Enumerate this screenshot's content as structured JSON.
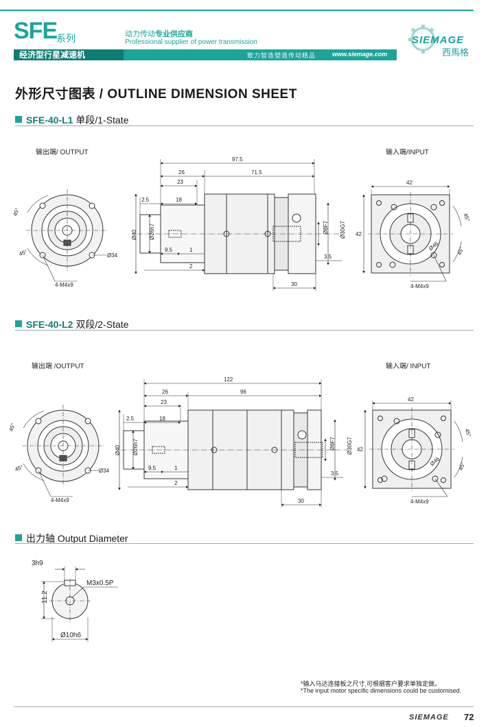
{
  "header": {
    "series_code": "SFE",
    "series_suffix": "系列",
    "slogan_cn_a": "动力传动",
    "slogan_cn_b": "专业供应商",
    "slogan_en": "Professional supplier of power transmission",
    "product_type": "经济型行星减速机",
    "motto": "致力智造塑造传动精品",
    "url": "www.siemage.com",
    "brand_en": "SIEMAGE",
    "brand_cn": "西馬格"
  },
  "title": "外形尺寸图表 / OUTLINE DIMENSION SHEET",
  "sections": {
    "s1": {
      "model": "SFE-40-L1",
      "stage": " 单段/1-State",
      "output_label": "输出端/ OUTPUT",
      "input_label": "输入端/INPUT"
    },
    "s2": {
      "model": "SFE-40-L2",
      "stage": " 双段/2-State",
      "output_label": "输出端 /OUTPUT",
      "input_label": "输入端/ INPUT"
    },
    "s3": {
      "title": "出力轴 Output Diameter"
    }
  },
  "dims1": {
    "total": "97.5",
    "a": "26",
    "b": "71.5",
    "c": "23",
    "d": "2.5",
    "e": "18",
    "h40": "Ø40",
    "h26": "Ø26h7",
    "f95": "9.5",
    "one": "1",
    "two": "2",
    "b8": "Ø8F7",
    "d30": "Ø30G7",
    "t35": "3.5",
    "w30": "30",
    "sq42": "42",
    "sq42v": "42",
    "ang1": "45°",
    "ang2": "45°",
    "d46": "Ø46",
    "m4": "4-M4x9",
    "d34": "Ø34",
    "oa1": "45°",
    "oa2": "45°",
    "om4": "4-M4x9"
  },
  "dims2": {
    "total": "122",
    "a": "26",
    "b": "96",
    "c": "23",
    "d": "2.5",
    "e": "18",
    "h40": "Ø40",
    "h26": "Ø26h7",
    "f95": "9.5",
    "one": "1",
    "two": "2",
    "b8": "Ø8F7",
    "d30": "Ø30G7",
    "t35": "3.5",
    "w30": "30",
    "sq42": "42",
    "sq42v": "42",
    "ang1": "45°",
    "ang2": "45°",
    "d46": "Ø46",
    "m4": "4-M4x9",
    "d34": "Ø34",
    "oa1": "45°",
    "oa2": "45°",
    "om4": "4-M4x9"
  },
  "shaft": {
    "key": "3h9",
    "thread": "M3x0.5P",
    "height": "11.2",
    "dia": "Ø10h6"
  },
  "notes": {
    "cn": "*输入马达连接板之尺寸,可根据客户要求单独定做。",
    "en": "*The input motor specific dimensions could be customised."
  },
  "footer": {
    "brand": "SIEMAGE",
    "page": "72"
  },
  "colors": {
    "accent": "#1aa59b",
    "dark_accent": "#0e7d74"
  }
}
